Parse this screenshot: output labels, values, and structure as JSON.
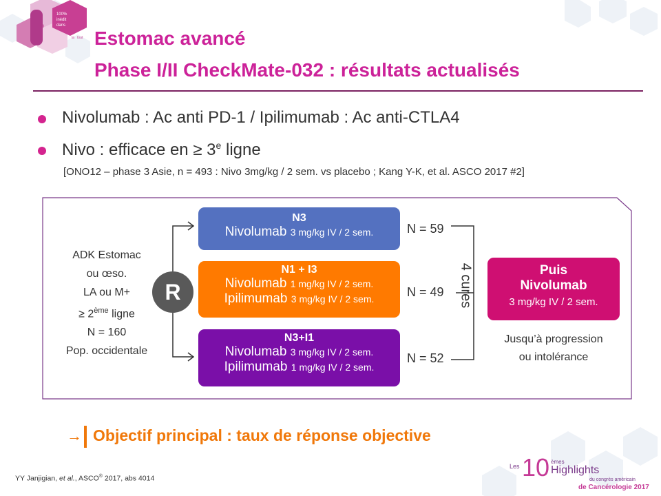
{
  "header": {
    "title_line1": "Estomac avancé",
    "title_line2": "Phase I/II CheckMate-032 : résultats actualisés",
    "logo_badge_lines": [
      "100%",
      "inédit",
      "dans",
      "la",
      "tout"
    ]
  },
  "bullets": [
    {
      "text": "Nivolumab : Ac anti PD-1 / Ipilimumab : Ac anti-CTLA4"
    },
    {
      "text_before": "Nivo : efficace en  ≥ 3",
      "superscript": "e",
      "text_after": " ligne",
      "subtext": "[ONO12 – phase 3 Asie, n = 493 : Nivo 3mg/kg / 2 sem. vs placebo ; Kang Y-K, et al. ASCO 2017 #2]"
    }
  ],
  "population": {
    "lines": [
      "ADK Estomac",
      "ou œso.",
      "LA ou M+"
    ],
    "line_line_prefix": "≥ 2",
    "line_line_sup": "ème",
    "line_line_suffix": " ligne",
    "n_line": "N = 160",
    "pop_line": "Pop. occidentale"
  },
  "randomization_label": "R",
  "arms": [
    {
      "name": "N3",
      "drugs": [
        {
          "drug": "Nivolumab",
          "dose": "3 mg/kg IV / 2 sem."
        }
      ],
      "n": "N = 59",
      "color": "#5471c0"
    },
    {
      "name": "N1 + I3",
      "drugs": [
        {
          "drug": "Nivolumab",
          "dose": "1 mg/kg IV / 2 sem."
        },
        {
          "drug": "Ipilimumab",
          "dose": "3 mg/kg IV / 2 sem."
        }
      ],
      "n": "N = 49",
      "color": "#ff7a00"
    },
    {
      "name": "N3+I1",
      "drugs": [
        {
          "drug": "Nivolumab",
          "dose": "3 mg/kg IV / 2 sem."
        },
        {
          "drug": "Ipilimumab",
          "dose": "1 mg/kg IV / 2 sem."
        }
      ],
      "n": "N = 52",
      "color": "#7a0fa8"
    }
  ],
  "cycles_label": "4 cures",
  "final_box": {
    "line1": "Puis",
    "line2": "Nivolumab",
    "line3": "3 mg/kg IV / 2 sem.",
    "color": "#cf0f72"
  },
  "final_note": {
    "line1": "Jusqu’à progression",
    "line2": "ou intolérance"
  },
  "objective": {
    "arrow": "→",
    "text": "Objectif principal : taux de réponse objective"
  },
  "footer": {
    "prefix": "YY Janjigian, ",
    "etal": "et al.",
    "middle": ", ASCO",
    "reg": "®",
    "suffix": " 2017, abs 4014"
  },
  "brand": {
    "les": "Les",
    "ten": "10",
    "emes": "èmes",
    "highlights": "Highlights",
    "line1": "du congrès américain",
    "line2": "de Cancérologie 2017"
  },
  "colors": {
    "title": "#cc2299",
    "accent_orange": "#f0780a",
    "rule": "#7a2060",
    "bullet": "#d4248f"
  }
}
